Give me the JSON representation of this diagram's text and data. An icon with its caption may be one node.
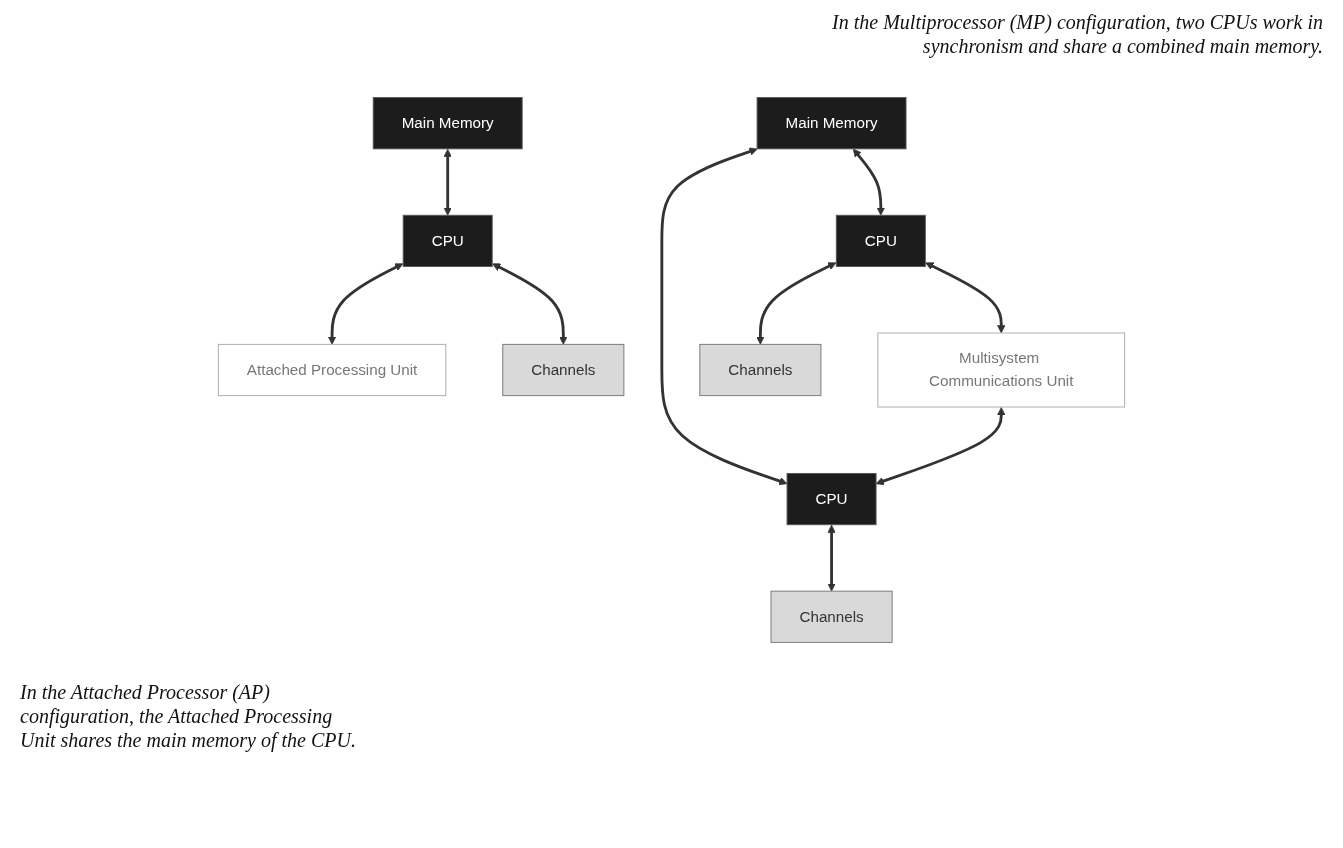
{
  "diagram": {
    "nodes": [
      {
        "text": [
          "Main Memory"
        ]
      },
      {
        "text": [
          "CPU"
        ]
      },
      {
        "text": [
          "Attached Processing Unit"
        ]
      },
      {
        "text": [
          "Channels"
        ]
      },
      {
        "text": [
          "Main Memory"
        ]
      },
      {
        "text": [
          "CPU"
        ]
      },
      {
        "text": [
          "Multisystem Communications Unit"
        ]
      },
      {
        "text": [
          "CPU"
        ]
      },
      {
        "text": [
          "Channels"
        ]
      },
      {
        "text": [
          "Channels"
        ]
      }
    ],
    "edges": [
      {
        "from": 0,
        "to": 1,
        "arrow": "both"
      },
      {
        "from": 1,
        "to": 2,
        "arrow": "both"
      },
      {
        "from": 1,
        "to": 3,
        "arrow": "both"
      },
      {
        "from": 4,
        "to": 5,
        "arrow": "both"
      },
      {
        "from": 4,
        "to": 7,
        "arrow": "both"
      },
      {
        "from": 5,
        "to": 6,
        "arrow": "both"
      },
      {
        "from": 6,
        "to": 7,
        "arrow": "both"
      },
      {
        "from": 5,
        "to": 8,
        "arrow": "both"
      },
      {
        "from": 7,
        "to": 9,
        "arrow": "both"
      }
    ],
    "labels": [
      "In the Multiprocessor (MP) configuration, two CPUs work in synchronism and share a combined main memory.",
      "In the Attached Processor (AP) configuration, the Attached Processing Unit shares the main memory of the CPU."
    ]
  }
}
